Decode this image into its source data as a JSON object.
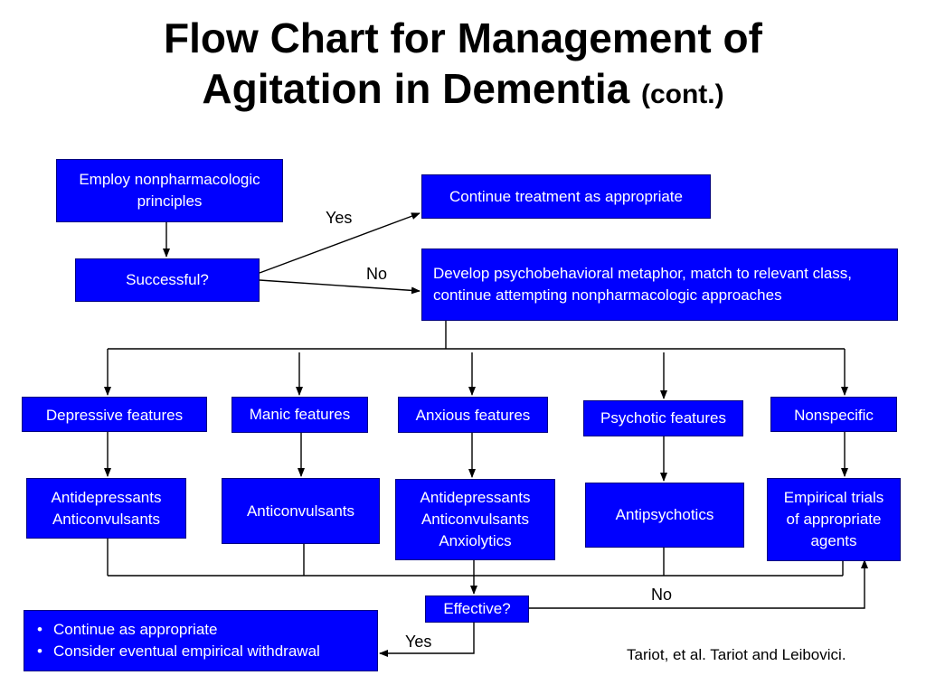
{
  "title": {
    "line1": "Flow Chart for Management of",
    "line2": "Agitation in Dementia",
    "cont": "(cont.)"
  },
  "boxes": {
    "employ": "Employ nonpharmacologic principles",
    "successful": "Successful?",
    "continue_treatment": "Continue treatment as appropriate",
    "develop": "Develop psychobehavioral metaphor, match to relevant class, continue attempting nonpharmacologic approaches",
    "features": {
      "depressive": "Depressive features",
      "manic": "Manic features",
      "anxious": "Anxious features",
      "psychotic": "Psychotic features",
      "nonspecific": "Nonspecific"
    },
    "treatments": {
      "depressive": [
        "Antidepressants",
        "Anticonvulsants"
      ],
      "manic": [
        "Anticonvulsants"
      ],
      "anxious": [
        "Antidepressants",
        "Anticonvulsants",
        "Anxiolytics"
      ],
      "psychotic": [
        "Antipsychotics"
      ],
      "nonspecific": [
        "Empirical trials",
        "of appropriate",
        "agents"
      ]
    },
    "effective": "Effective?",
    "final": [
      "Continue as appropriate",
      "Consider eventual empirical withdrawal"
    ]
  },
  "labels": {
    "yes_top": "Yes",
    "no_top": "No",
    "no_bottom": "No",
    "yes_bottom": "Yes"
  },
  "citation": "Tariot, et al. Tariot and Leibovici.",
  "colors": {
    "box_fill": "#0000ff",
    "box_text": "#ffffff",
    "line": "#000000"
  }
}
